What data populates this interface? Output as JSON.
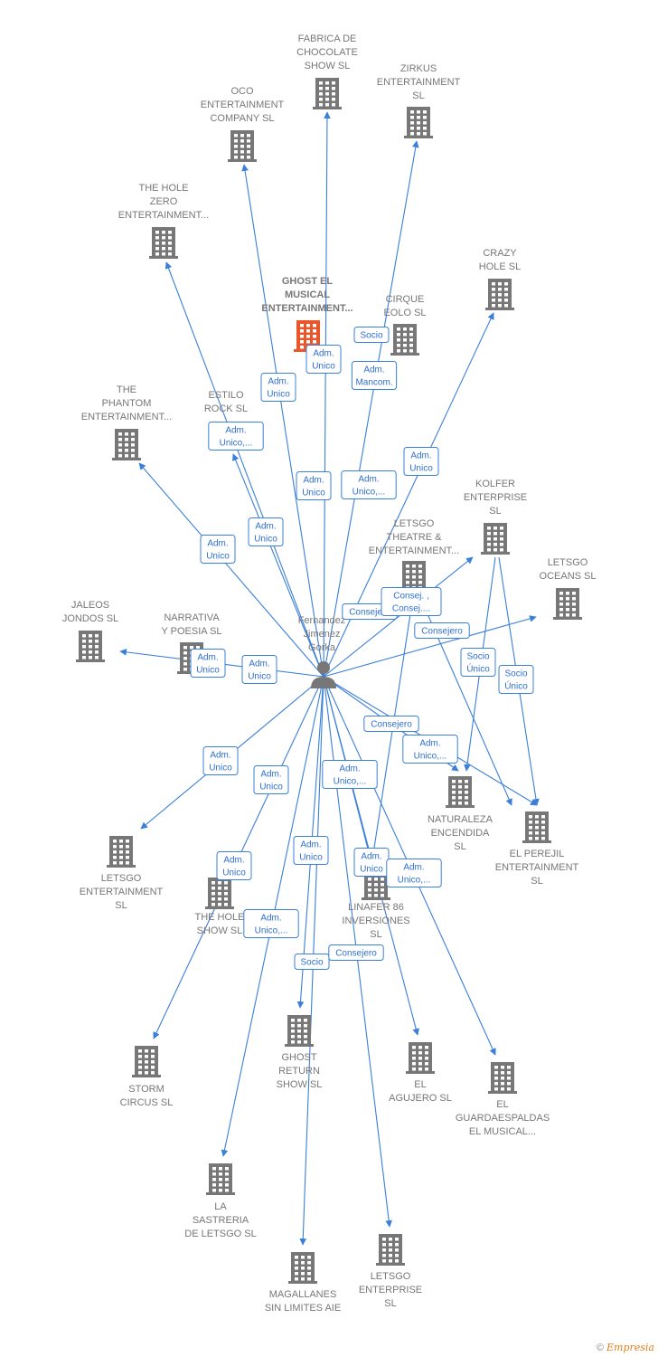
{
  "center": {
    "label_lines": [
      "Fernandez",
      "Jimenez",
      "Gorka"
    ]
  },
  "companies": [
    {
      "id": "fabrica",
      "lines": [
        "FABRICA DE",
        "CHOCOLATE",
        "SHOW  SL"
      ],
      "highlight": false
    },
    {
      "id": "zirkus",
      "lines": [
        "ZIRKUS",
        "ENTERTAINMENT",
        "SL"
      ],
      "highlight": false
    },
    {
      "id": "oco",
      "lines": [
        "OCO",
        "ENTERTAINMENT",
        "COMPANY  SL"
      ],
      "highlight": false
    },
    {
      "id": "holezero",
      "lines": [
        "THE HOLE",
        "ZERO",
        "ENTERTAINMENT..."
      ],
      "highlight": false
    },
    {
      "id": "ghostmusical",
      "lines": [
        "GHOST EL",
        "MUSICAL",
        "ENTERTAINMENT..."
      ],
      "highlight": true
    },
    {
      "id": "cirque",
      "lines": [
        "CIRQUE",
        "EOLO SL"
      ],
      "highlight": false
    },
    {
      "id": "crazy",
      "lines": [
        "CRAZY",
        "HOLE SL"
      ],
      "highlight": false
    },
    {
      "id": "phantom",
      "lines": [
        "THE",
        "PHANTOM",
        "ENTERTAINMENT..."
      ],
      "highlight": false
    },
    {
      "id": "estilo",
      "lines": [
        "ESTILO",
        "ROCK  SL"
      ],
      "highlight": false
    },
    {
      "id": "kolfer",
      "lines": [
        "KOLFER",
        "ENTERPRISE",
        "SL"
      ],
      "highlight": false
    },
    {
      "id": "theatre",
      "lines": [
        "LETSGO",
        "THEATRE &",
        "ENTERTAINMENT..."
      ],
      "highlight": false
    },
    {
      "id": "oceans",
      "lines": [
        "LETSGO",
        "OCEANS   SL"
      ],
      "highlight": false
    },
    {
      "id": "jaleos",
      "lines": [
        "JALEOS",
        "JONDOS  SL"
      ],
      "highlight": false
    },
    {
      "id": "narrativa",
      "lines": [
        "NARRATIVA",
        "Y POESIA SL"
      ],
      "highlight": false
    },
    {
      "id": "naturaleza",
      "lines": [
        "NATURALEZA",
        "ENCENDIDA",
        "SL"
      ],
      "highlight": false
    },
    {
      "id": "perejil",
      "lines": [
        "EL PEREJIL",
        "ENTERTAINMENT",
        "SL"
      ],
      "highlight": false
    },
    {
      "id": "letsgoent",
      "lines": [
        "LETSGO",
        "ENTERTAINMENT",
        "SL"
      ],
      "highlight": false
    },
    {
      "id": "holeshow",
      "lines": [
        "THE HOLE",
        "SHOW SL"
      ],
      "highlight": false
    },
    {
      "id": "linafer",
      "lines": [
        "LINAFER 86",
        "INVERSIONES",
        "SL"
      ],
      "highlight": false
    },
    {
      "id": "storm",
      "lines": [
        "STORM",
        "CIRCUS SL"
      ],
      "highlight": false
    },
    {
      "id": "ghostreturn",
      "lines": [
        "GHOST",
        "RETURN",
        "SHOW  SL"
      ],
      "highlight": false
    },
    {
      "id": "agujero",
      "lines": [
        "EL",
        "AGUJERO SL"
      ],
      "highlight": false
    },
    {
      "id": "guardaespaldas",
      "lines": [
        "EL",
        "GUARDAESPALDAS",
        "EL MUSICAL..."
      ],
      "highlight": false
    },
    {
      "id": "sastreria",
      "lines": [
        "LA",
        "SASTRERIA",
        "DE LETSGO  SL"
      ],
      "highlight": false
    },
    {
      "id": "magallanes",
      "lines": [
        "MAGALLANES",
        "SIN LIMITES AIE"
      ],
      "highlight": false
    },
    {
      "id": "letsgoenterprise",
      "lines": [
        "LETSGO",
        "ENTERPRISE",
        "SL"
      ],
      "highlight": false
    }
  ],
  "relations": [
    {
      "id": "r1",
      "lines": [
        "Adm.",
        "Unico"
      ]
    },
    {
      "id": "r2",
      "lines": [
        "Socio"
      ]
    },
    {
      "id": "r3",
      "lines": [
        "Adm.",
        "Mancom."
      ]
    },
    {
      "id": "r4",
      "lines": [
        "Adm.",
        "Unico"
      ]
    },
    {
      "id": "r5",
      "lines": [
        "Adm.",
        "Unico,..."
      ]
    },
    {
      "id": "r6",
      "lines": [
        "Adm.",
        "Unico"
      ]
    },
    {
      "id": "r7",
      "lines": [
        "Adm.",
        "Unico,..."
      ]
    },
    {
      "id": "r8",
      "lines": [
        "Adm.",
        "Unico"
      ]
    },
    {
      "id": "r9",
      "lines": [
        "Adm.",
        "Unico"
      ]
    },
    {
      "id": "r10",
      "lines": [
        "Adm.",
        "Unico"
      ]
    },
    {
      "id": "r11",
      "lines": [
        "Consejero"
      ]
    },
    {
      "id": "r12",
      "lines": [
        "Consej. ,",
        "Consej...."
      ]
    },
    {
      "id": "r13",
      "lines": [
        "Consejero"
      ]
    },
    {
      "id": "r14",
      "lines": [
        "Socio",
        "Único"
      ]
    },
    {
      "id": "r15",
      "lines": [
        "Socio",
        "Único"
      ]
    },
    {
      "id": "r16",
      "lines": [
        "Adm.",
        "Unico"
      ]
    },
    {
      "id": "r17",
      "lines": [
        "Adm.",
        "Unico"
      ]
    },
    {
      "id": "r18",
      "lines": [
        "Adm.",
        "Unico"
      ]
    },
    {
      "id": "r19",
      "lines": [
        "Consejero"
      ]
    },
    {
      "id": "r20",
      "lines": [
        "Adm.",
        "Unico,..."
      ]
    },
    {
      "id": "r21",
      "lines": [
        "Adm.",
        "Unico"
      ]
    },
    {
      "id": "r22",
      "lines": [
        "Adm.",
        "Unico,..."
      ]
    },
    {
      "id": "r23",
      "lines": [
        "Adm.",
        "Unico"
      ]
    },
    {
      "id": "r24",
      "lines": [
        "Adm.",
        "Unico"
      ]
    },
    {
      "id": "r25",
      "lines": [
        "Adm.",
        "Unico"
      ]
    },
    {
      "id": "r26",
      "lines": [
        "Adm.",
        "Unico,..."
      ]
    },
    {
      "id": "r27",
      "lines": [
        "Adm.",
        "Unico,..."
      ]
    },
    {
      "id": "r28",
      "lines": [
        "Socio"
      ]
    },
    {
      "id": "r29",
      "lines": [
        "Consejero"
      ]
    }
  ],
  "colors": {
    "edge": "#3a7fd9",
    "building": "#777777",
    "highlight": "#e8562a"
  },
  "footer": {
    "copyright": "©",
    "brand": "Empresia"
  }
}
